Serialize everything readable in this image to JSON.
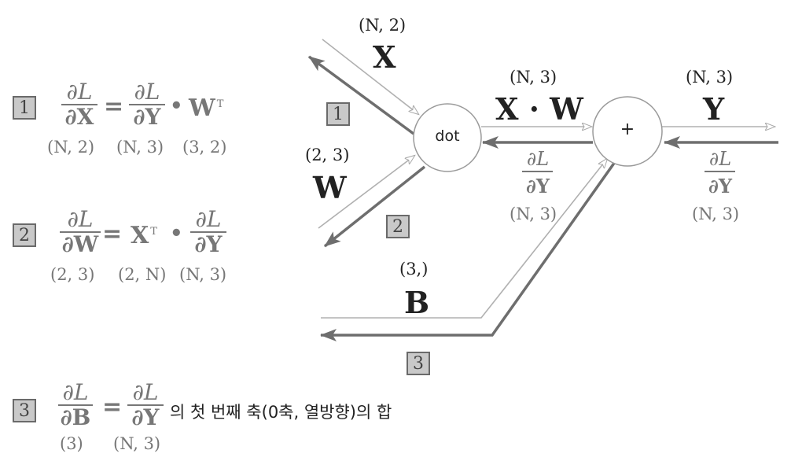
{
  "diagram": {
    "nodes": {
      "dot_label": "dot",
      "plus_label": "+"
    },
    "labels": {
      "x_shape": "(N, 2)",
      "x_name": "X",
      "w_shape": "(2, 3)",
      "w_name": "W",
      "xw_shape": "(N, 3)",
      "xw_name": "X · W",
      "y_shape": "(N, 3)",
      "y_name": "Y",
      "b_shape": "(3,)",
      "b_name": "B",
      "grad_mid_num": "∂L",
      "grad_mid_den": "∂Y",
      "grad_mid_shape": "(N, 3)",
      "grad_right_num": "∂L",
      "grad_right_den": "∂Y",
      "grad_right_shape": "(N, 3)"
    },
    "boxes": {
      "b1": "1",
      "b2": "2",
      "b3": "3"
    }
  },
  "equations": {
    "eq1": {
      "box": "1",
      "lhs_num": "∂L",
      "lhs_den": "∂X",
      "equals": "=",
      "rhs_num": "∂L",
      "rhs_den": "∂Y",
      "dot": "•",
      "term": "W",
      "term_sup": "T",
      "shapes": [
        "(N, 2)",
        "(N, 3)",
        "(3, 2)"
      ]
    },
    "eq2": {
      "box": "2",
      "lhs_num": "∂L",
      "lhs_den": "∂W",
      "equals": "=",
      "term": "X",
      "term_sup": "T",
      "dot": "•",
      "rhs_num": "∂L",
      "rhs_den": "∂Y",
      "shapes": [
        "(2, 3)",
        "(2, N)",
        "(N, 3)"
      ]
    },
    "eq3": {
      "box": "3",
      "lhs_num": "∂L",
      "lhs_den": "∂B",
      "equals": "=",
      "rhs_num": "∂L",
      "rhs_den": "∂Y",
      "text": "의 첫 번째 축(0축, 열방향)의 합",
      "shapes": [
        "(3)",
        "(N, 3)"
      ]
    }
  },
  "colors": {
    "forward": "#b0b0b0",
    "backward": "#6e6e6e",
    "box_fill": "#c9c9c9",
    "box_border": "#6a6a6a"
  }
}
